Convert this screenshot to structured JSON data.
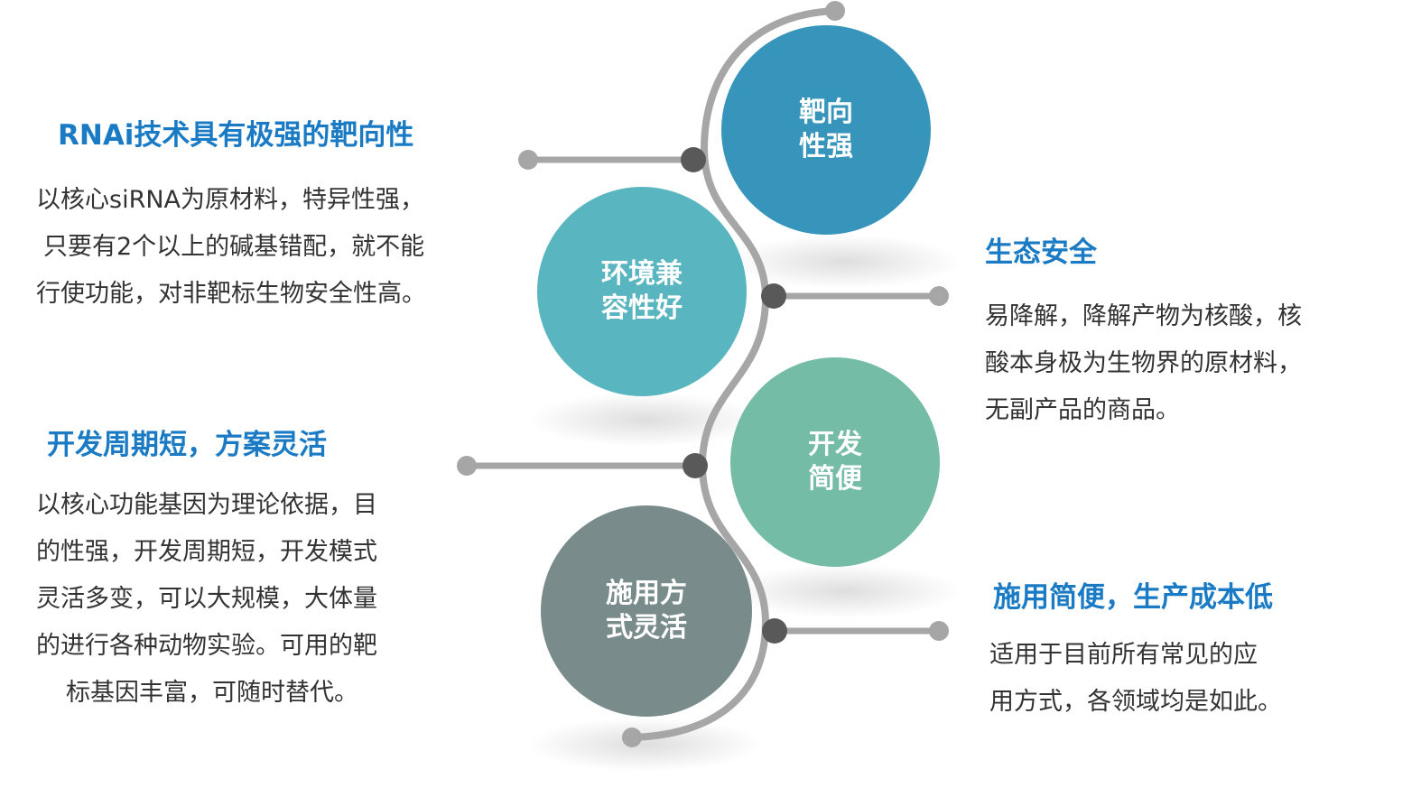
{
  "circles": [
    {
      "label1": "靶向",
      "label2": "性强",
      "color": "#3795bb"
    },
    {
      "label1": "环境兼",
      "label2": "容性好",
      "color": "#59b5bf"
    },
    {
      "label1": "开发",
      "label2": "简便",
      "color": "#74bca5"
    },
    {
      "label1": "施用方",
      "label2": "式灵活",
      "color": "#7a8b8b"
    }
  ],
  "sections": [
    {
      "title": "RNAi技术具有极强的靶向性",
      "lines": [
        "以核心siRNA为原材料，特异性强，",
        "只要有2个以上的碱基错配，就不能",
        "行使功能，对非靶标生物安全性高。"
      ]
    },
    {
      "title": "生态安全",
      "lines": [
        "易降解，降解产物为核酸，核",
        "酸本身极为生物界的原材料，",
        "无副产品的商品。"
      ]
    },
    {
      "title": "开发周期短，方案灵活",
      "lines": [
        "以核心功能基因为理论依据，目",
        "的性强，开发周期短，开发模式",
        "灵活多变，可以大规模，大体量",
        "的进行各种动物实验。可用的靶",
        "标基因丰富，可随时替代。"
      ]
    },
    {
      "title": "施用简便，生产成本低",
      "lines": [
        "适用于目前所有常见的应",
        "用方式，各领域均是如此。"
      ]
    }
  ],
  "colors": {
    "heading": "#1a7bc4",
    "line": "#a6a6a6",
    "node": "#595959"
  }
}
